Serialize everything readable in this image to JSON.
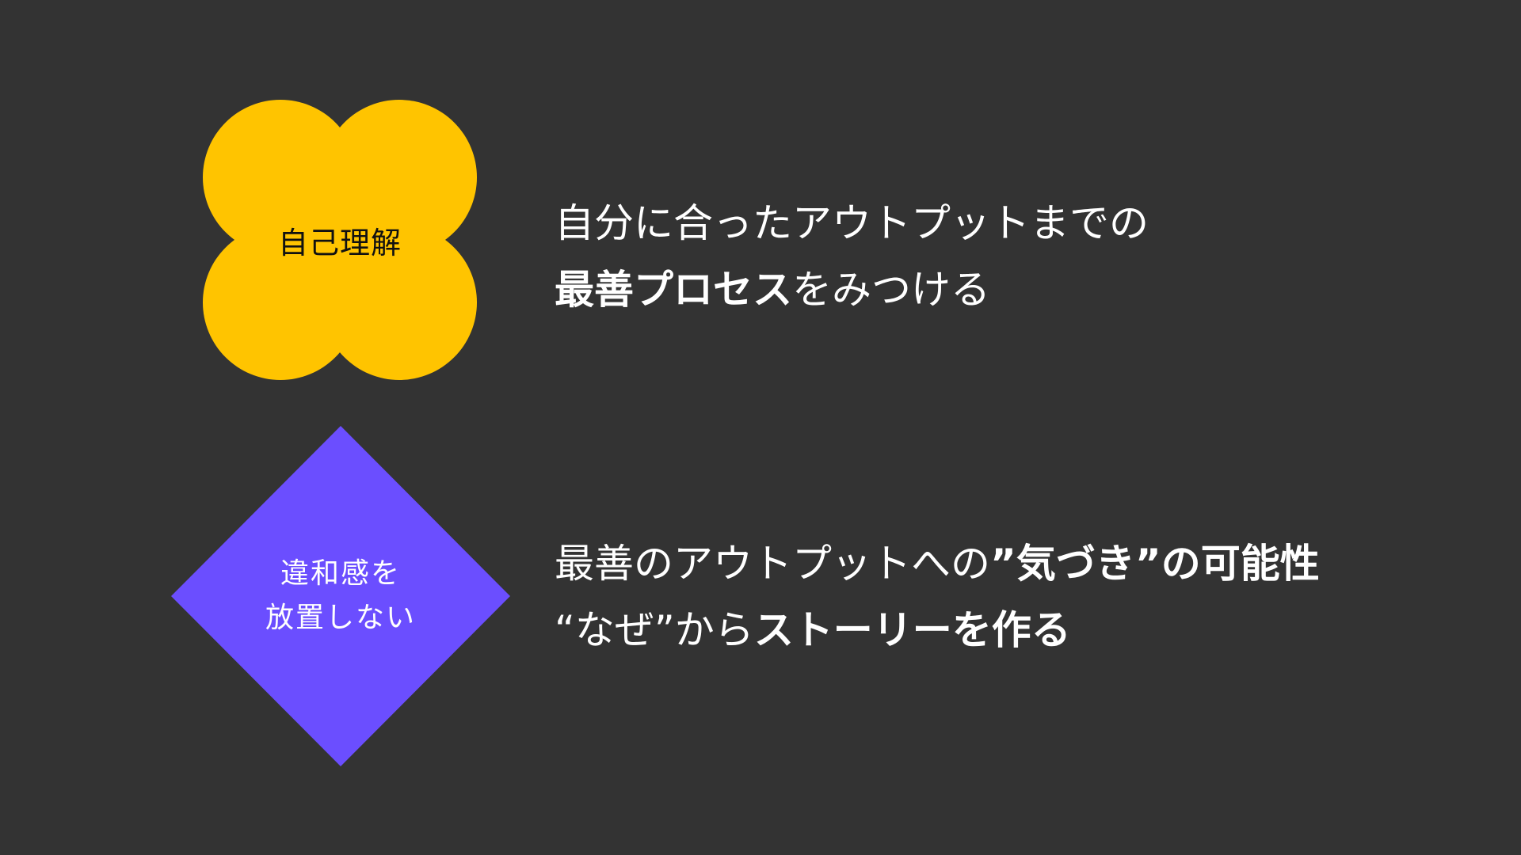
{
  "colors": {
    "background": "#333333",
    "flower_fill": "#FFC400",
    "diamond_fill": "#6B4EFF"
  },
  "flower": {
    "label": "自己理解"
  },
  "diamond": {
    "label_line1": "違和感を",
    "label_line2": "放置しない"
  },
  "block1": {
    "line1": "自分に合ったアウトプットまでの",
    "line2_bold": "最善プロセス",
    "line2_rest": "をみつける"
  },
  "block2": {
    "line1_regular": "最善のアウトプットへの",
    "line1_bold_quote": "”気づき”",
    "line1_bold_rest": "の可能性",
    "line2_regular": "“なぜ”から",
    "line2_bold": "ストーリーを作る"
  }
}
